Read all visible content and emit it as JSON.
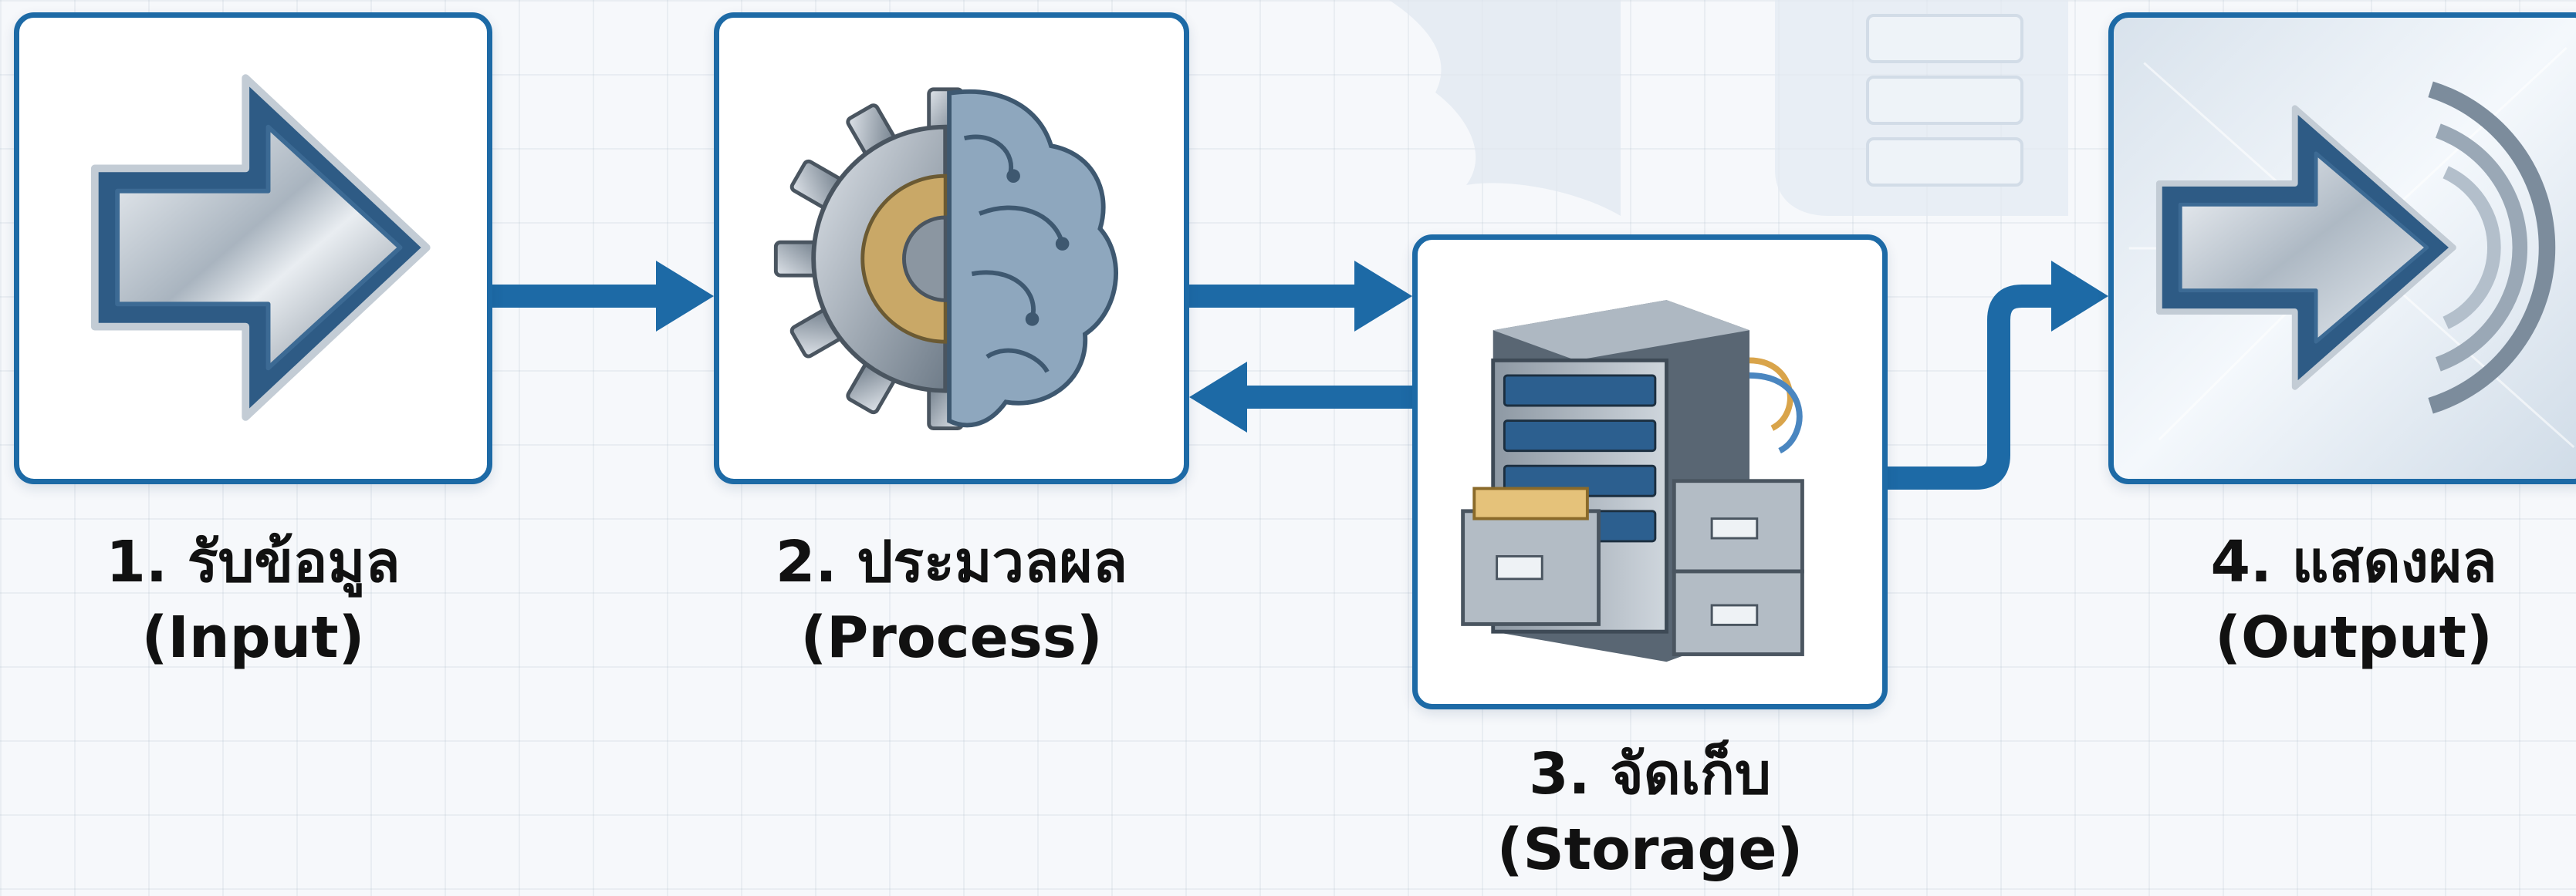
{
  "colors": {
    "accent": "#1d6aa6",
    "label_text": "#111111",
    "background": "#f6f8fb"
  },
  "steps": [
    {
      "title": "1. รับข้อมูล",
      "subtitle": "(Input)",
      "icon": "arrow-right-icon"
    },
    {
      "title": "2. ประมวลผล",
      "subtitle": "(Process)",
      "icon": "gear-brain-icon"
    },
    {
      "title": "3. จัดเก็บ",
      "subtitle": "(Storage)",
      "icon": "server-cabinet-icon"
    },
    {
      "title": "4. แสดงผล",
      "subtitle": "(Output)",
      "icon": "arrow-signal-icon"
    }
  ],
  "connections": [
    {
      "from": "1. รับข้อมูล",
      "to": "2. ประมวลผล"
    },
    {
      "from": "2. ประมวลผล",
      "to": "3. จัดเก็บ"
    },
    {
      "from": "3. จัดเก็บ",
      "to": "2. ประมวลผล"
    },
    {
      "from": "3. จัดเก็บ",
      "to": "4. แสดงผล"
    }
  ]
}
